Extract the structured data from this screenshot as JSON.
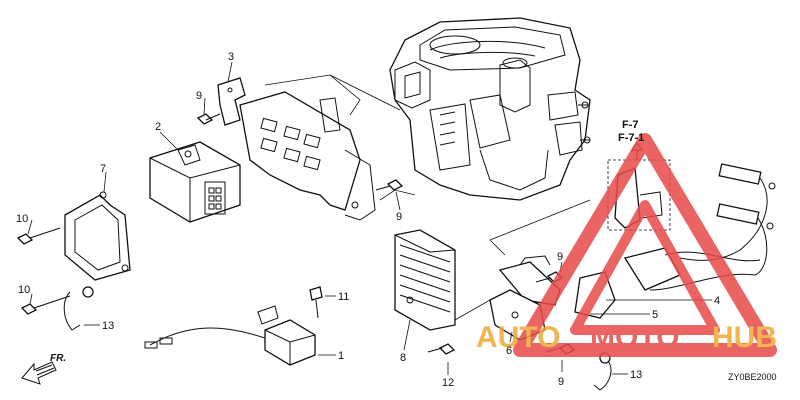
{
  "parts": [
    {
      "id": "p1",
      "label": "1"
    },
    {
      "id": "p2",
      "label": "2"
    },
    {
      "id": "p3",
      "label": "3"
    },
    {
      "id": "p4",
      "label": "4"
    },
    {
      "id": "p5",
      "label": "5"
    },
    {
      "id": "p6",
      "label": "6"
    },
    {
      "id": "p7",
      "label": "7"
    },
    {
      "id": "p8",
      "label": "8"
    },
    {
      "id": "p9a",
      "label": "9"
    },
    {
      "id": "p9b",
      "label": "9"
    },
    {
      "id": "p9c",
      "label": "9"
    },
    {
      "id": "p9d",
      "label": "9"
    },
    {
      "id": "p10a",
      "label": "10"
    },
    {
      "id": "p10b",
      "label": "10"
    },
    {
      "id": "p11",
      "label": "11"
    },
    {
      "id": "p12",
      "label": "12"
    },
    {
      "id": "p13a",
      "label": "13"
    },
    {
      "id": "p13b",
      "label": "13"
    }
  ],
  "references": {
    "ref1": "F-7",
    "ref2": "F-7-1"
  },
  "direction_label": "FR.",
  "diagram_code": "ZY0BE2000",
  "watermark": {
    "part1": "AUTO",
    "part2": "MOTO",
    "part3": "HUB",
    "triangle_color": "#e84a4a",
    "text_color": "#f0a830"
  }
}
